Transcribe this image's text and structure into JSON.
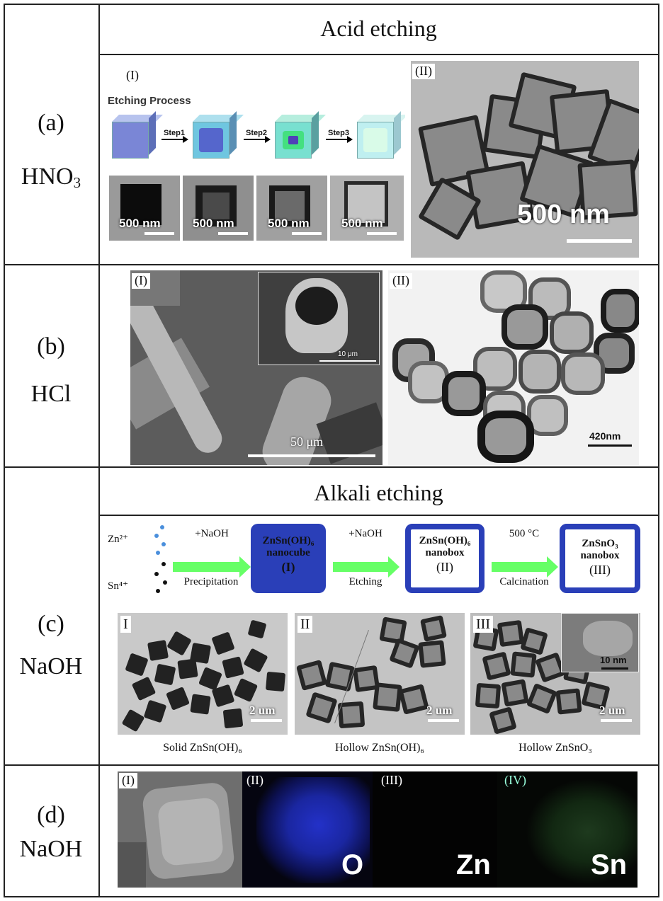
{
  "rows": {
    "a": {
      "label": "(a)",
      "reagent_main": "HNO",
      "reagent_sub": "3"
    },
    "b": {
      "label": "(b)",
      "reagent": "HCl"
    },
    "c": {
      "label": "(c)",
      "reagent": "NaOH"
    },
    "d": {
      "label": "(d)",
      "reagent": "NaOH"
    }
  },
  "sections": {
    "acid_title": "Acid etching",
    "alkali_title": "Alkali etching"
  },
  "panel_a1": {
    "tag": "(I)",
    "heading": "Etching Process",
    "steps": [
      "Step1",
      "Step2",
      "Step3"
    ],
    "scalebars": [
      "500 nm",
      "500 nm",
      "500 nm",
      "500 nm"
    ]
  },
  "panel_a2": {
    "tag": "(II)",
    "scalebar": "500 nm"
  },
  "panel_b1": {
    "tag": "(I)",
    "inset_scalebar": "10 μm",
    "scalebar": "50 μm"
  },
  "panel_b2": {
    "tag": "(II)",
    "scalebar": "420nm"
  },
  "scheme_c": {
    "ion_zn": "Zn²⁺",
    "ion_sn": "Sn⁴⁺",
    "arrow1_top": "+NaOH",
    "arrow1_bottom": "Precipitation",
    "box1_line1": "ZnSn(OH)₆",
    "box1_line2": "nanocube",
    "box1_line3": "(I)",
    "arrow2_top": "+NaOH",
    "arrow2_bottom": "Etching",
    "box2_line1": "ZnSn(OH)₆",
    "box2_line2": "nanobox",
    "box2_line3": "(II)",
    "arrow3_top": "500 °C",
    "arrow3_bottom": "Calcination",
    "box3_line1": "ZnSnO₃",
    "box3_line2": "nanobox",
    "box3_line3": "(III)"
  },
  "panel_c_images": [
    {
      "tag": "I",
      "scalebar": "2 um",
      "caption": "Solid ZnSn(OH)₆"
    },
    {
      "tag": "II",
      "scalebar": "2 um",
      "caption": "Hollow ZnSn(OH)₆"
    },
    {
      "tag": "III",
      "scalebar": "2 um",
      "inset_scalebar": "10 nm",
      "caption": "Hollow ZnSnO₃"
    }
  ],
  "panel_d": {
    "tags": [
      "(I)",
      "(II)",
      "(III)",
      "(IV)"
    ],
    "elements": [
      "O",
      "Zn",
      "Sn"
    ]
  },
  "colors": {
    "scheme_box_blue": "#2a3fb8",
    "arrow_green": "#66ff66",
    "eds_o": "#1f2cc4",
    "eds_sn": "#2a5a2a"
  }
}
